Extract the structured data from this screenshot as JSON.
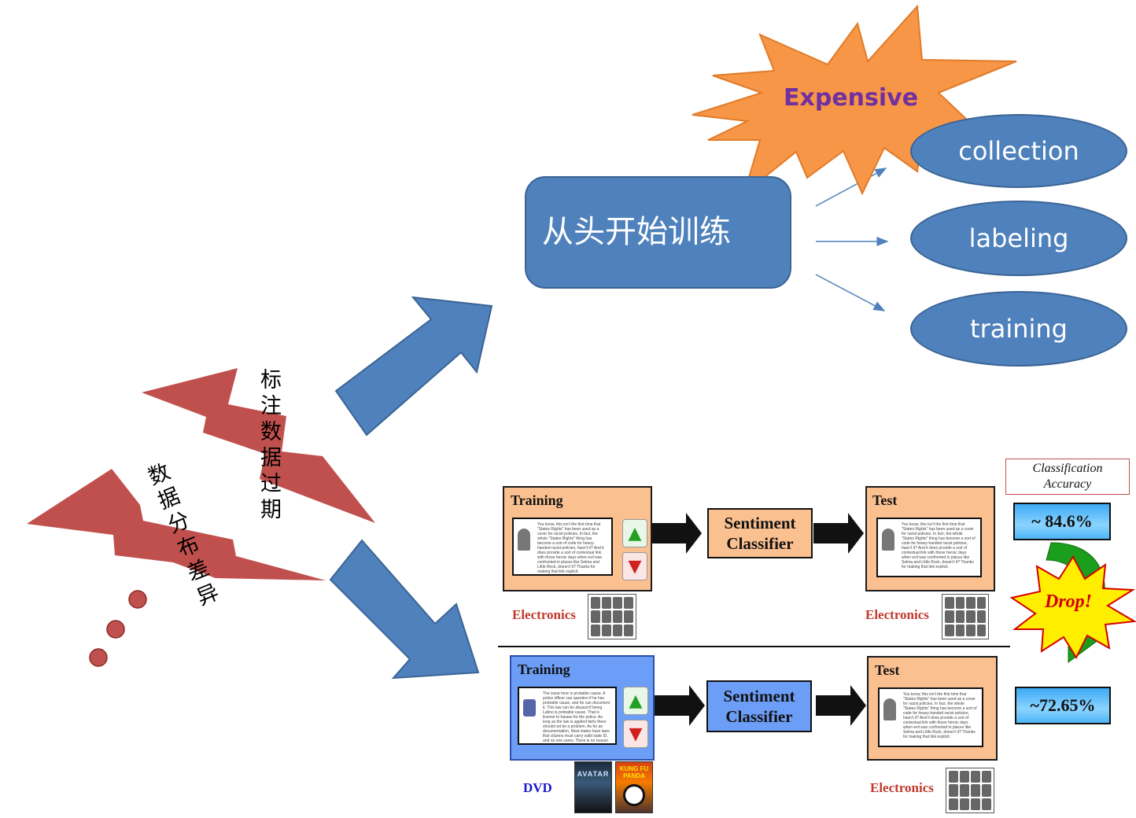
{
  "top": {
    "main_box_label": "从头开始训练",
    "burst_label": "Expensive",
    "ellipses": [
      "collection",
      "labeling",
      "training"
    ]
  },
  "causes": {
    "cause1": "标注数据过期",
    "cause2": "数据分布差异"
  },
  "experiment": {
    "row1": {
      "training_title": "Training",
      "train_domain": "Electronics",
      "classifier": "Sentiment Classifier",
      "test_title": "Test",
      "test_domain": "Electronics",
      "accuracy": "~ 84.6%"
    },
    "row2": {
      "training_title": "Training",
      "train_domain": "DVD",
      "classifier": "Sentiment Classifier",
      "test_title": "Test",
      "test_domain": "Electronics",
      "accuracy": "~72.65%"
    },
    "acc_header": "Classification Accuracy",
    "drop_label": "Drop!"
  },
  "colors": {
    "blue": "#4f81bd",
    "burst_orange": "#f79646",
    "expensive_purple": "#7030a0",
    "bolt_red": "#c0504d",
    "panel_peach": "#fac090",
    "panel_blue": "#6d9ef7",
    "domain_red": "#c0392b",
    "domain_blue": "#1a1acc",
    "drop_green": "#1b9e1b",
    "drop_star_yellow": "#ffee00"
  }
}
